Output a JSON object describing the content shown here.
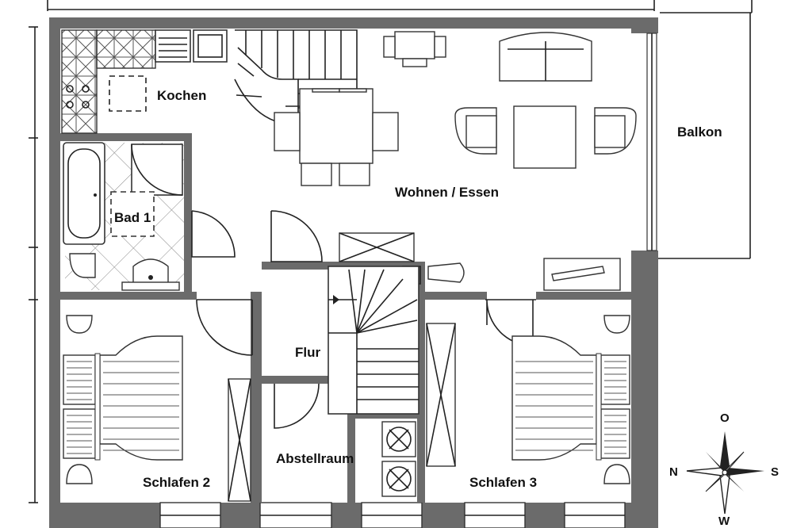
{
  "rooms": {
    "kochen": "Kochen",
    "bad1": "Bad 1",
    "wohnen": "Wohnen / Essen",
    "balkon": "Balkon",
    "flur": "Flur",
    "abstellraum": "Abstellraum",
    "schlafen2": "Schlafen 2",
    "schlafen3": "Schlafen 3"
  },
  "compass": {
    "north": "O",
    "left": "N",
    "right": "S",
    "bottom": "W",
    "icon": "compass-rose-icon"
  },
  "colors": {
    "wall": "#6b6b6b",
    "line": "#222222",
    "background": "#ffffff"
  }
}
